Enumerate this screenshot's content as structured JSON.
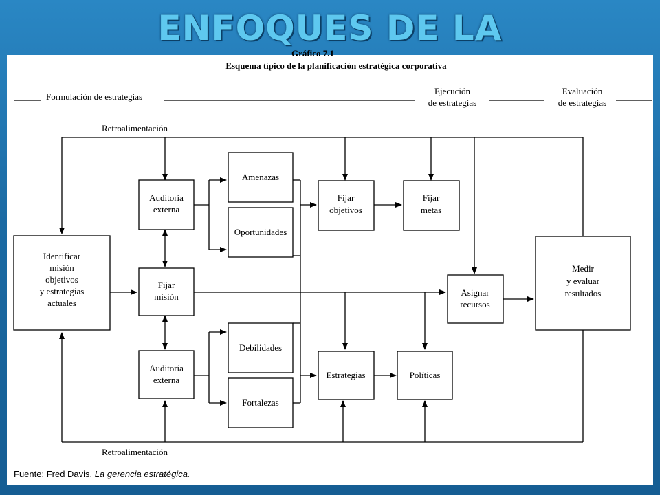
{
  "slide": {
    "title": "ENFOQUES DE LA PLANIFICACION"
  },
  "diagram": {
    "figure_label": "Gráfico 7.1",
    "caption": "Esquema típico de la planificación estratégica corporativa",
    "phases": {
      "formulacion": "Formulación de estrategias",
      "ejecucion": [
        "Ejecución",
        "de estrategias"
      ],
      "evaluacion": [
        "Evaluación",
        "de estrategias"
      ]
    },
    "feedback_top": "Retroalimentación",
    "feedback_bottom": "Retroalimentación",
    "boxes": {
      "identificar": [
        "Identificar",
        "misión",
        "objetivos",
        "y estrategias",
        "actuales"
      ],
      "auditoria_top": [
        "Auditoría",
        "externa"
      ],
      "fijar_mision": [
        "Fijar",
        "misión"
      ],
      "auditoria_bottom": [
        "Auditoría",
        "externa"
      ],
      "amenazas": "Amenazas",
      "oportunidades": "Oportunidades",
      "debilidades": "Debilidades",
      "fortalezas": "Fortalezas",
      "fijar_objetivos": [
        "Fijar",
        "objetivos"
      ],
      "fijar_metas": [
        "Fijar",
        "metas"
      ],
      "estrategias": "Estrategias",
      "politicas": "Políticas",
      "asignar": [
        "Asignar",
        "recursos"
      ],
      "medir": [
        "Medir",
        "y evaluar",
        "resultados"
      ]
    },
    "source": {
      "prefix": "Fuente: Fred Davis. ",
      "italic": "La gerencia estratégica."
    }
  }
}
